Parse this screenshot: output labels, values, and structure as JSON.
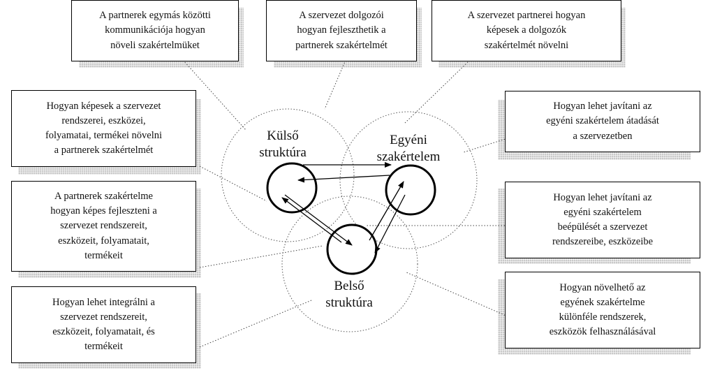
{
  "boxes": {
    "top_left": "A partnerek egymás közötti\nkommunikációja hogyan\nnöveli szakértelmüket",
    "top_middle": "A szervezet dolgozói\nhogyan fejleszthetik a\npartnerek szakértelmét",
    "top_right": "A szervezet partnerei hogyan\nképesek a dolgozók\nszakértelmét növelni",
    "left_1": "Hogyan képesek a szervezet\nrendszerei, eszközei,\nfolyamatai, termékei növelni\na partnerek szakértelmét",
    "left_2": "A partnerek szakértelme\nhogyan képes fejleszteni a\nszervezet rendszereit,\neszközeit, folyamatait,\ntermékeit",
    "left_3": "Hogyan lehet integrálni a\nszervezet rendszereit,\neszközeit, folyamatait, és\ntermékeit",
    "right_1": "Hogyan lehet javítani az\negyéni szakértelem átadását\na szervezetben",
    "right_2": "Hogyan lehet javítani az\negyéni szakértelem\nbeépülését a szervezet\nrendszereibe, eszközeibe",
    "right_3": "Hogyan növelhető az\negyének szakértelme\nkülönféle rendszerek,\neszközök felhasználásával"
  },
  "labels": {
    "external": "Külső\nstruktúra",
    "individual": "Egyéni\nszakértelem",
    "internal": "Belső\nstruktúra"
  }
}
